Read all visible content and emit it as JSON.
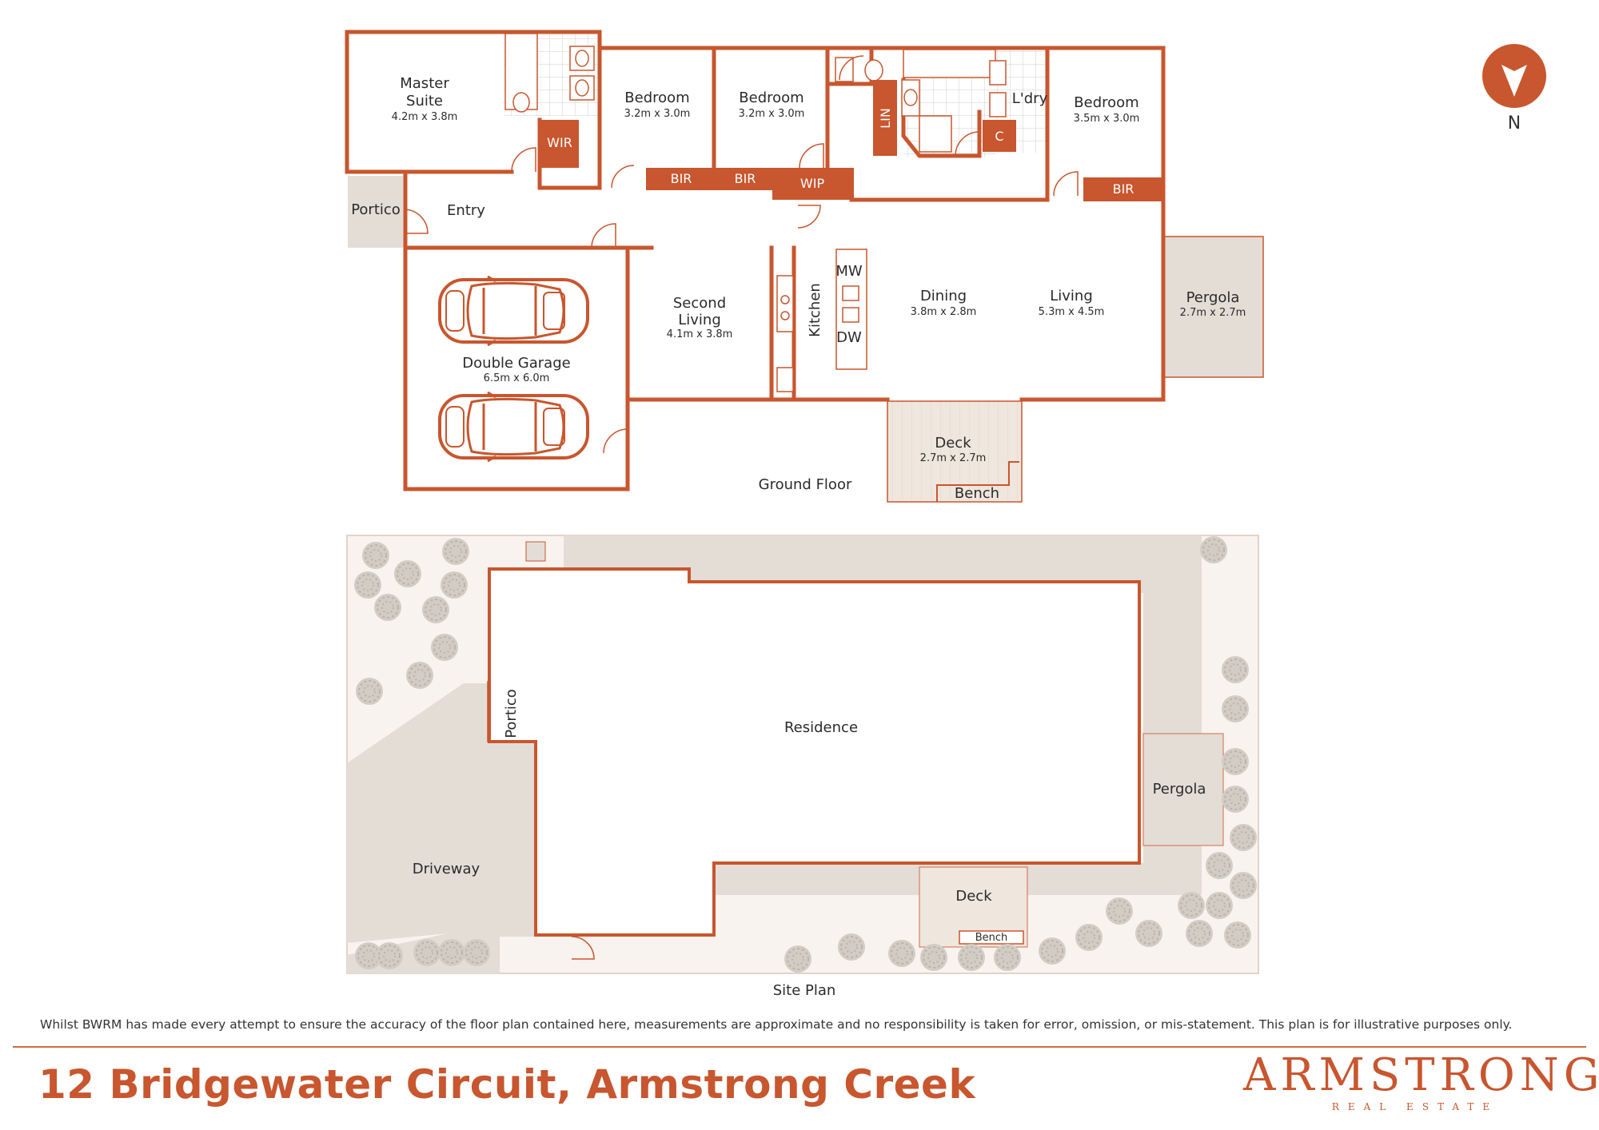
{
  "compass": {
    "label": "N",
    "icon": "north-arrow-icon"
  },
  "ground_floor": {
    "title": "Ground Floor",
    "rooms": {
      "master_suite": {
        "name_line1": "Master",
        "name_line2": "Suite",
        "dims": "4.2m x 3.8m"
      },
      "bedroom1": {
        "name": "Bedroom",
        "dims": "3.2m x 3.0m"
      },
      "bedroom2": {
        "name": "Bedroom",
        "dims": "3.2m x 3.0m"
      },
      "bedroom3": {
        "name": "Bedroom",
        "dims": "3.5m x 3.0m"
      },
      "laundry": {
        "name": "L'dry"
      },
      "portico": {
        "name": "Portico"
      },
      "entry": {
        "name": "Entry"
      },
      "double_garage": {
        "name": "Double Garage",
        "dims": "6.5m x 6.0m"
      },
      "second_living": {
        "name_line1": "Second",
        "name_line2": "Living",
        "dims": "4.1m x 3.8m"
      },
      "kitchen": {
        "name": "Kitchen"
      },
      "dining": {
        "name": "Dining",
        "dims": "3.8m x 2.8m"
      },
      "living": {
        "name": "Living",
        "dims": "5.3m x 4.5m"
      },
      "pergola": {
        "name": "Pergola",
        "dims": "2.7m x 2.7m"
      },
      "deck": {
        "name": "Deck",
        "dims": "2.7m x 2.7m"
      },
      "bench": {
        "name": "Bench"
      }
    },
    "tags": {
      "wir": "WIR",
      "bir1": "BIR",
      "bir2": "BIR",
      "wip": "WIP",
      "lin": "LIN",
      "c": "C",
      "bir3": "BIR",
      "mw": "MW",
      "dw": "DW"
    }
  },
  "site_plan": {
    "title": "Site Plan",
    "residence": "Residence",
    "portico": "Portico",
    "driveway": "Driveway",
    "pergola": "Pergola",
    "deck": "Deck",
    "bench": "Bench"
  },
  "footer": {
    "disclaimer": "Whilst BWRM  has made every attempt to ensure the accuracy of the floor plan contained here, measurements are approximate and no responsibility is taken for error, omission, or mis-statement. This plan is for illustrative purposes only.",
    "address": "12 Bridgewater Circuit, Armstrong Creek",
    "brand_name": "ARMSTRONG",
    "brand_sub": "REAL ESTATE"
  },
  "colors": {
    "accent": "#c8562e",
    "wall": "#c8562e",
    "paving": "#e3ddd6",
    "deck": "#efe6dd",
    "grass": "#f8f3ef",
    "tree": "#c9c4bb"
  }
}
